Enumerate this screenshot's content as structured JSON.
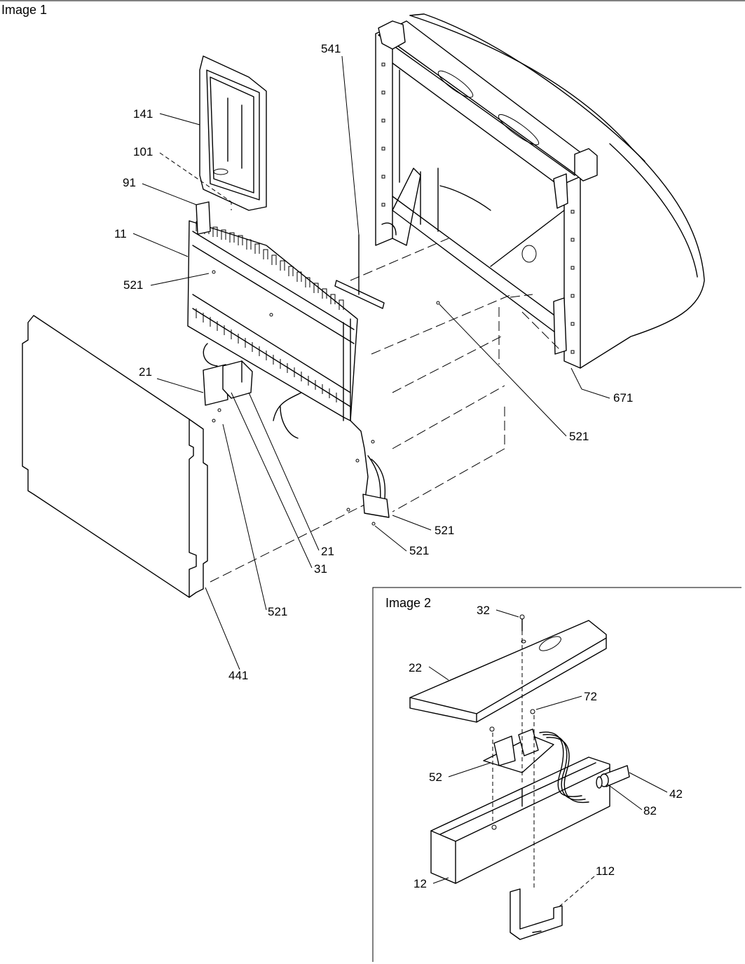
{
  "image1": {
    "title": "Image 1",
    "labels": {
      "l141": "141",
      "l101": "101",
      "l91": "91",
      "l11": "11",
      "l541": "541",
      "l521a": "521",
      "l21a": "21",
      "l671": "671",
      "l521b": "521",
      "l521c": "521",
      "l521d": "521",
      "l21b": "21",
      "l31": "31",
      "l521e": "521",
      "l441": "441"
    }
  },
  "image2": {
    "title": "Image 2",
    "labels": {
      "l32": "32",
      "l22": "22",
      "l72": "72",
      "l52": "52",
      "l42": "42",
      "l82": "82",
      "l12": "12",
      "l112": "112"
    }
  }
}
